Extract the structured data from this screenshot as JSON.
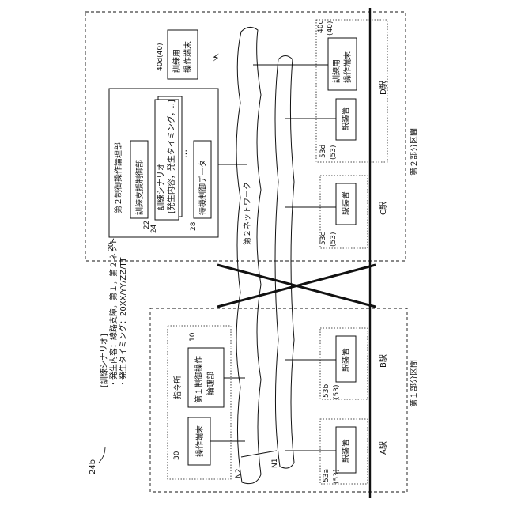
{
  "figure": {
    "left_block": {
      "ref": "24b",
      "title": "[訓練シナリオ]",
      "line1": "・発生内容：線路支障，第１，第２ネットワーク",
      "line2": "・発生タイミング：20XX/YY/ZZ/TT"
    },
    "first_section": {
      "label": "第１部分区間",
      "command_center": "指令所",
      "terminal_ref": "30",
      "terminal": "操作端末",
      "logic_ref": "10",
      "logic": "第１制御操作論理部",
      "station_a": "A駅",
      "station_b": "B駅",
      "device_a_ref": "53a",
      "device_b_ref": "53b",
      "device_ref": "(53)",
      "device": "駅装置",
      "n1": "N1",
      "n2": "N2"
    },
    "second_section": {
      "label": "第２部分区間",
      "logic_ref": "20",
      "logic": "第２制御操作論理部",
      "support_ref": "22",
      "support": "訓練支援制御部",
      "scenario_ref": "24",
      "scenario_line1": "訓練シナリオ",
      "scenario_line2": "[発生内容，発生タイミング，‥]",
      "dots": "…",
      "standby_ref": "28",
      "standby": "待機制御データ",
      "terminal_d_ref": "40d(40)",
      "terminal_d": "訓練用操作端末",
      "terminal_c_ref": "40c",
      "terminal_c_sub": "(40)",
      "terminal_c": "訓練用操作端末",
      "station_c": "C駅",
      "station_d": "D駅",
      "device_c_ref": "53c",
      "device_d_ref": "53d",
      "device_ref": "(53)",
      "device": "駅装置"
    },
    "network": {
      "label": "第２ネットワーク",
      "wireless": "⚡"
    }
  }
}
